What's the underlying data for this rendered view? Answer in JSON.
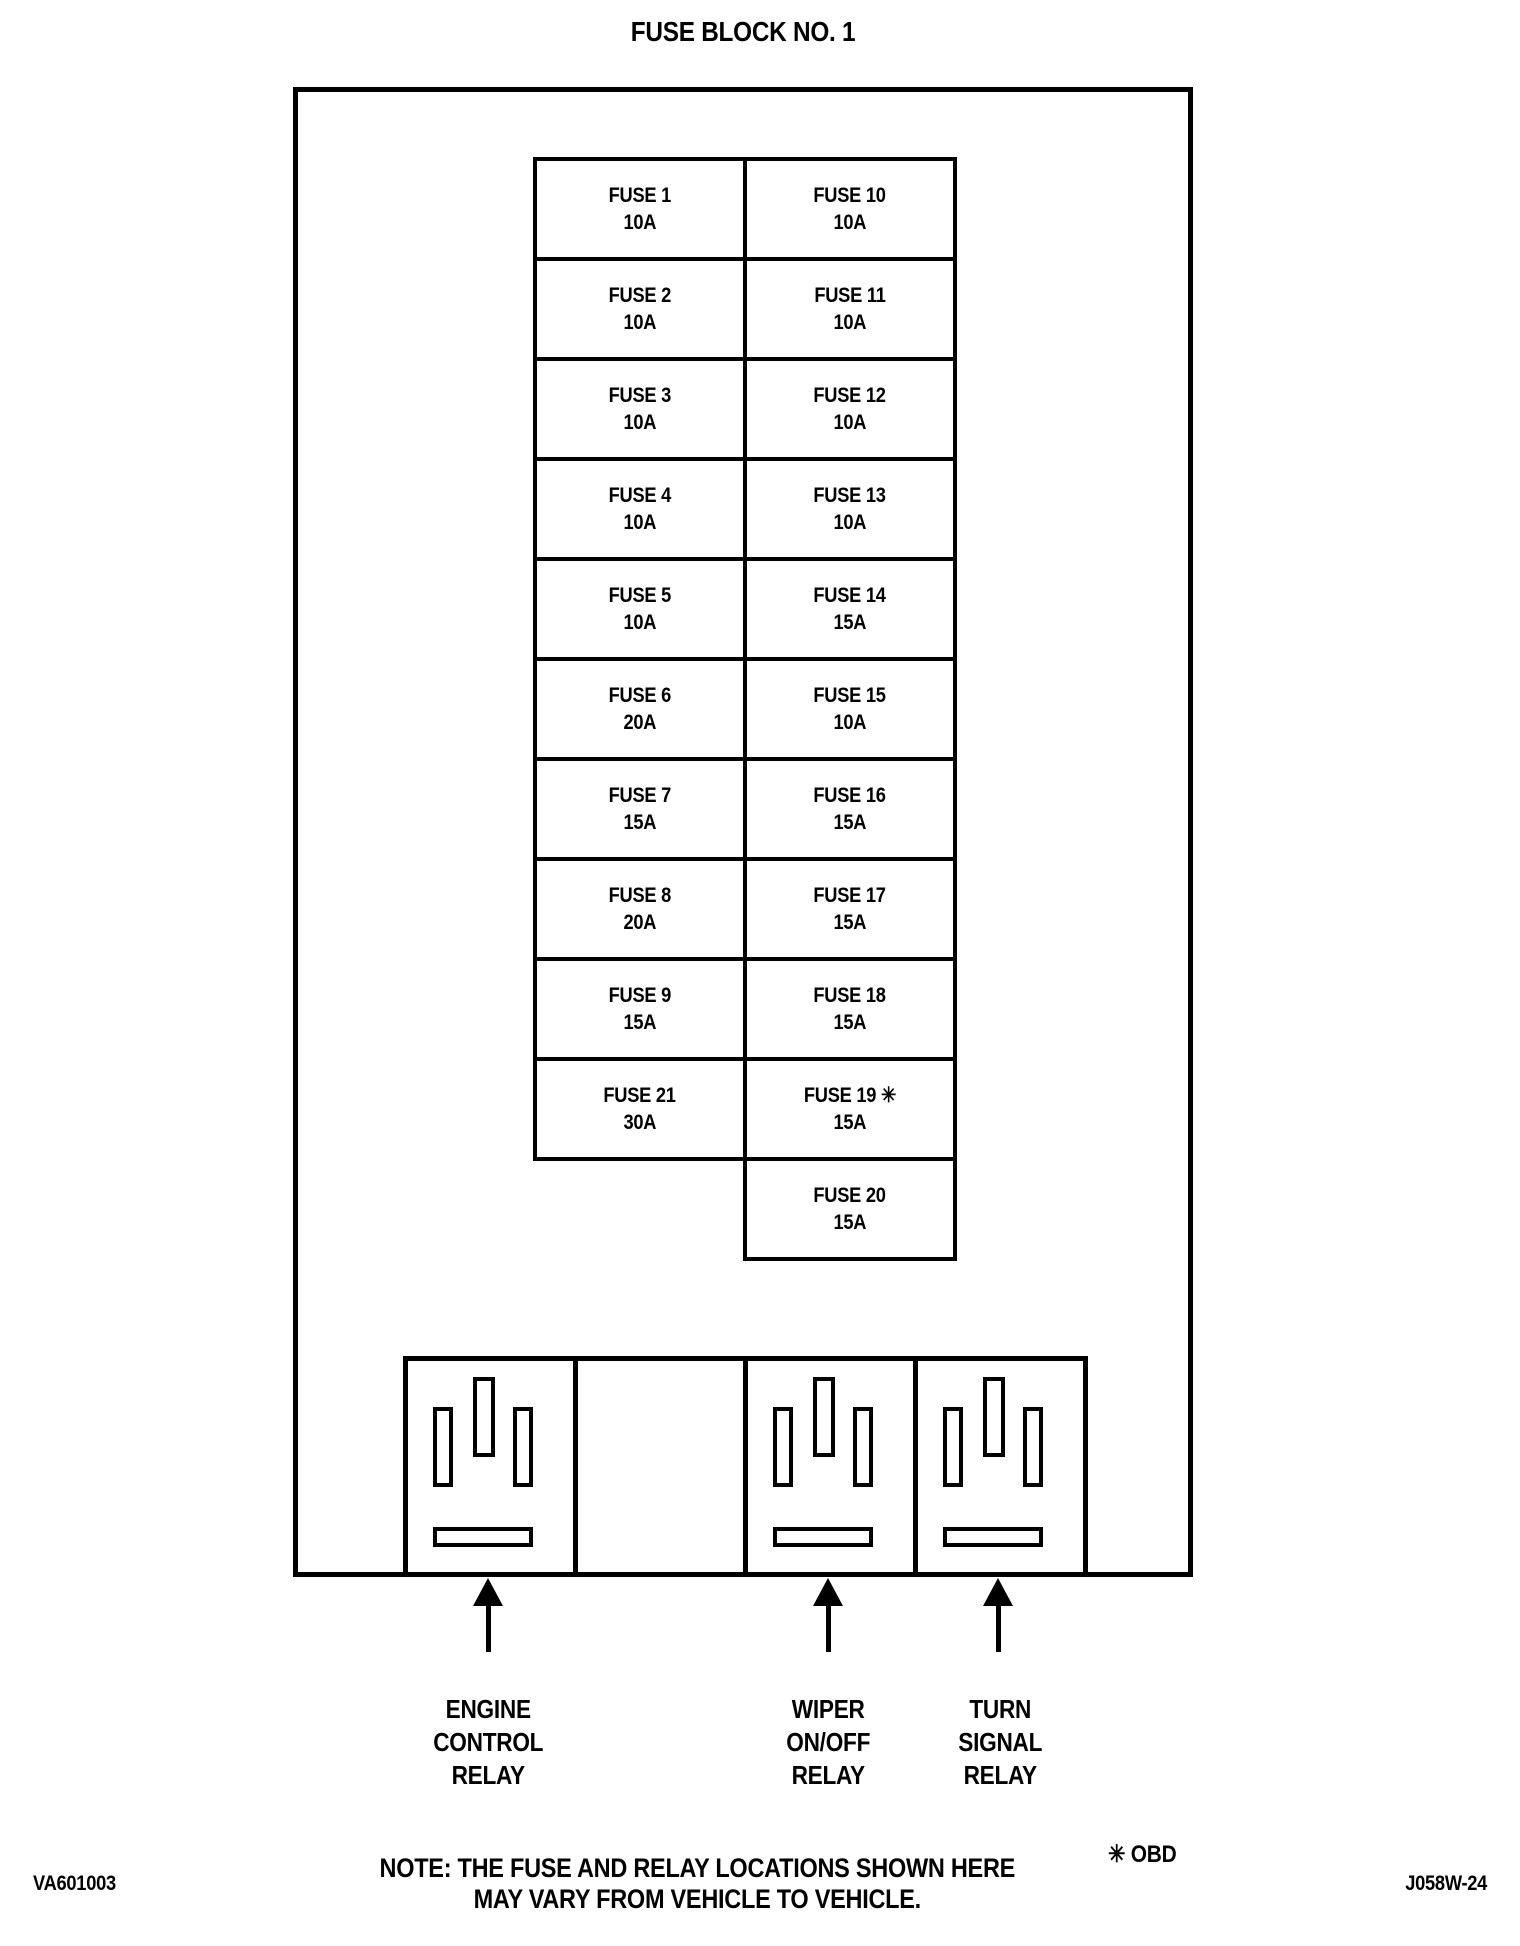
{
  "title": "FUSE BLOCK NO. 1",
  "colors": {
    "ink": "#000000",
    "paper": "#ffffff"
  },
  "fuses": {
    "left": [
      {
        "name": "FUSE 1",
        "amps": "10A"
      },
      {
        "name": "FUSE 2",
        "amps": "10A"
      },
      {
        "name": "FUSE 3",
        "amps": "10A"
      },
      {
        "name": "FUSE 4",
        "amps": "10A"
      },
      {
        "name": "FUSE 5",
        "amps": "10A"
      },
      {
        "name": "FUSE 6",
        "amps": "20A"
      },
      {
        "name": "FUSE 7",
        "amps": "15A"
      },
      {
        "name": "FUSE 8",
        "amps": "20A"
      },
      {
        "name": "FUSE 9",
        "amps": "15A"
      },
      {
        "name": "FUSE 21",
        "amps": "30A"
      }
    ],
    "right": [
      {
        "name": "FUSE 10",
        "amps": "10A"
      },
      {
        "name": "FUSE 11",
        "amps": "10A"
      },
      {
        "name": "FUSE 12",
        "amps": "10A"
      },
      {
        "name": "FUSE 13",
        "amps": "10A"
      },
      {
        "name": "FUSE 14",
        "amps": "15A"
      },
      {
        "name": "FUSE 15",
        "amps": "10A"
      },
      {
        "name": "FUSE 16",
        "amps": "15A"
      },
      {
        "name": "FUSE 17",
        "amps": "15A"
      },
      {
        "name": "FUSE 18",
        "amps": "15A"
      },
      {
        "name": "FUSE 19 ✳",
        "amps": "15A"
      },
      {
        "name": "FUSE 20",
        "amps": "15A"
      }
    ]
  },
  "relays": [
    {
      "label": "ENGINE\nCONTROL\nRELAY"
    },
    {
      "label": "WIPER\nON/OFF\nRELAY"
    },
    {
      "label": "TURN\nSIGNAL\nRELAY"
    }
  ],
  "note": "NOTE: THE FUSE AND RELAY LOCATIONS  SHOWN HERE\nMAY VARY FROM VEHICLE TO VEHICLE.",
  "legend": {
    "symbol": "✳",
    "text": "OBD"
  },
  "footer": {
    "left_code": "VA601003",
    "right_code": "J058W-24"
  }
}
